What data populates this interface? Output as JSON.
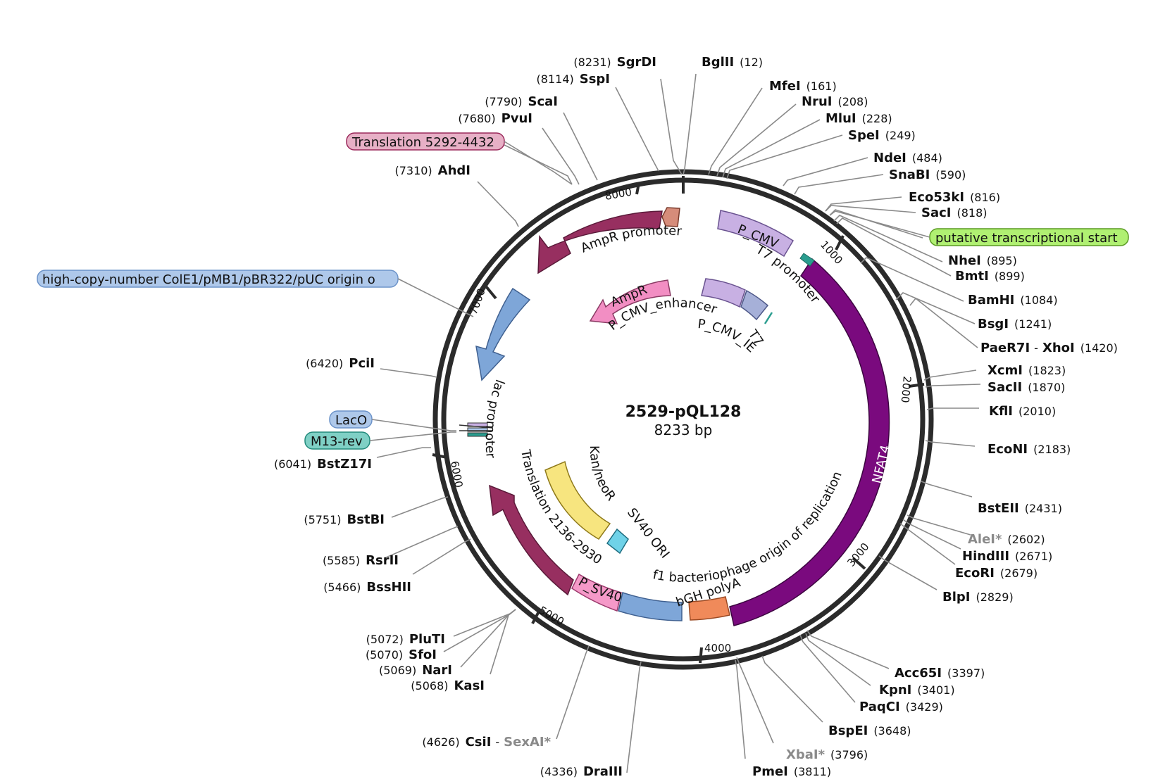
{
  "plasmid": {
    "name": "2529-pQL128",
    "length_label": "8233 bp"
  },
  "ticks": [
    "1000",
    "2000",
    "3000",
    "4000",
    "5000",
    "6000",
    "7000",
    "8000"
  ],
  "sites": [
    {
      "name": "SgrDI",
      "pos": "(8231)"
    },
    {
      "name": "SspI",
      "pos": "(8114)"
    },
    {
      "name": "ScaI",
      "pos": "(7790)"
    },
    {
      "name": "PvuI",
      "pos": "(7680)"
    },
    {
      "name": "AhdI",
      "pos": "(7310)"
    },
    {
      "name": "PciI",
      "pos": "(6420)"
    },
    {
      "name": "BstZ17I",
      "pos": "(6041)"
    },
    {
      "name": "BstBI",
      "pos": "(5751)"
    },
    {
      "name": "RsrII",
      "pos": "(5585)"
    },
    {
      "name": "BssHII",
      "pos": "(5466)"
    },
    {
      "name": "PluTI",
      "pos": "(5072)"
    },
    {
      "name": "SfoI",
      "pos": "(5070)"
    },
    {
      "name": "NarI",
      "pos": "(5069)"
    },
    {
      "name": "KasI",
      "pos": "(5068)"
    },
    {
      "name": "CsiI",
      "pos": "(4626)",
      "extra": "SexAI*"
    },
    {
      "name": "DraIII",
      "pos": "(4336)"
    },
    {
      "name": "BglII",
      "pos": "(12)"
    },
    {
      "name": "MfeI",
      "pos": "(161)"
    },
    {
      "name": "NruI",
      "pos": "(208)"
    },
    {
      "name": "MluI",
      "pos": "(228)"
    },
    {
      "name": "SpeI",
      "pos": "(249)"
    },
    {
      "name": "NdeI",
      "pos": "(484)"
    },
    {
      "name": "SnaBI",
      "pos": "(590)"
    },
    {
      "name": "Eco53kI",
      "pos": "(816)"
    },
    {
      "name": "SacI",
      "pos": "(818)"
    },
    {
      "name": "NheI",
      "pos": "(895)"
    },
    {
      "name": "BmtI",
      "pos": "(899)"
    },
    {
      "name": "BamHI",
      "pos": "(1084)"
    },
    {
      "name": "BsgI",
      "pos": "(1241)"
    },
    {
      "name": "PaeR7I",
      "pos": "(1420)",
      "extra": "XhoI"
    },
    {
      "name": "XcmI",
      "pos": "(1823)"
    },
    {
      "name": "SacII",
      "pos": "(1870)"
    },
    {
      "name": "KflI",
      "pos": "(2010)"
    },
    {
      "name": "EcoNI",
      "pos": "(2183)"
    },
    {
      "name": "BstEII",
      "pos": "(2431)"
    },
    {
      "name": "AleI*",
      "pos": "(2602)"
    },
    {
      "name": "HindIII",
      "pos": "(2671)"
    },
    {
      "name": "EcoRI",
      "pos": "(2679)"
    },
    {
      "name": "BlpI",
      "pos": "(2829)"
    },
    {
      "name": "Acc65I",
      "pos": "(3397)"
    },
    {
      "name": "KpnI",
      "pos": "(3401)"
    },
    {
      "name": "PaqCI",
      "pos": "(3429)"
    },
    {
      "name": "BspEI",
      "pos": "(3648)"
    },
    {
      "name": "XbaI*",
      "pos": "(3796)"
    },
    {
      "name": "PmeI",
      "pos": "(3811)"
    }
  ],
  "boxed_labels": [
    {
      "text": "Translation 5292-4432",
      "color": "#e7b0c6",
      "border": "#9b2a5c"
    },
    {
      "text": "putative transcriptional start",
      "color": "#b0f072",
      "border": "#5a9a23"
    },
    {
      "text": "high-copy-number ColE1/pMB1/pBR322/pUC origin o",
      "color": "#aec8ea",
      "border": "#6c93c9"
    },
    {
      "text": "LacO",
      "color": "#aec8ea",
      "border": "#6c93c9"
    },
    {
      "text": "M13-rev",
      "color": "#7fd0c5",
      "border": "#238a7c"
    }
  ],
  "features": [
    {
      "text": "AmpR promoter"
    },
    {
      "text": "P_CMV"
    },
    {
      "text": "T7 promoter"
    },
    {
      "text": "NFAT4"
    },
    {
      "text": "AmpR"
    },
    {
      "text": "P_CMV_enhancer"
    },
    {
      "text": "T7"
    },
    {
      "text": "P_CMV_IE"
    },
    {
      "text": "lac promoter"
    },
    {
      "text": "Translation 2136-2930"
    },
    {
      "text": "Kan/neoR"
    },
    {
      "text": "SV40 ORI"
    },
    {
      "text": "P_SV40"
    },
    {
      "text": "f1 bacteriophage origin of replication"
    },
    {
      "text": "bGH polyA"
    }
  ],
  "colors": {
    "backbone": "#2b2b2b",
    "nfat4": "#7a0a7e",
    "translation_arrow": "#972f60",
    "pcmv": "#c8b0e3",
    "t7": "#2a9d8f",
    "origin": "#7ea6d8",
    "amp_promoter": "#d68c7a",
    "ampr": "#f28ec3",
    "kanneo": "#f7e57f",
    "sv40ori": "#6fd2e8",
    "psv40": "#f599c8",
    "f1ori": "#7ea6d8",
    "bgh": "#f08a5a"
  }
}
